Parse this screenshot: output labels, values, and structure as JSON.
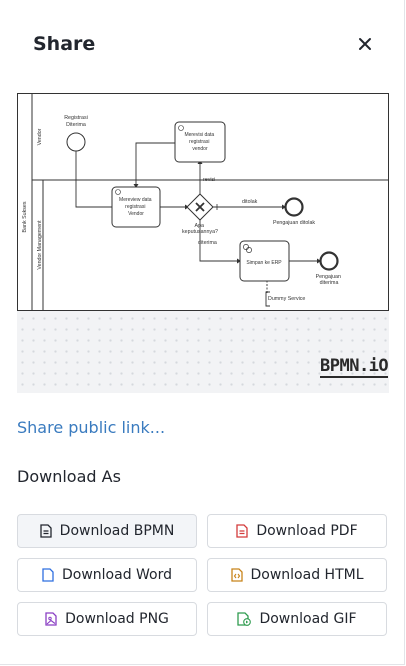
{
  "dialog": {
    "title": "Share",
    "close_icon": "close-icon"
  },
  "diagram": {
    "pool_label": "Bank Sukses",
    "lanes": [
      "Vendor",
      "Vendor Management"
    ],
    "start_event": "Registrasi Diterima",
    "tasks": {
      "review": "Mereview data registrasi Vendor",
      "revise": "Merevisi data registrasi vendor",
      "save": "Simpan ke ERP"
    },
    "gateway": "Apa keputusannya?",
    "flows": {
      "revise": "revisi",
      "reject": "ditolak",
      "accept": "diterima"
    },
    "end_events": {
      "rejected": "Pengajuan ditolak",
      "accepted": "Pengajuan diterima"
    },
    "data_store": "Dummy Service",
    "watermark": "BPMN.iO"
  },
  "share": {
    "link_text": "Share public link..."
  },
  "download": {
    "title": "Download As",
    "buttons": [
      {
        "label": "Download BPMN",
        "icon": "bpmn-file-icon",
        "color": "#22262e"
      },
      {
        "label": "Download PDF",
        "icon": "pdf-file-icon",
        "color": "#d33b3b"
      },
      {
        "label": "Download Word",
        "icon": "word-file-icon",
        "color": "#2f6fe0"
      },
      {
        "label": "Download HTML",
        "icon": "html-file-icon",
        "color": "#c8841a"
      },
      {
        "label": "Download PNG",
        "icon": "png-file-icon",
        "color": "#8a3fc4"
      },
      {
        "label": "Download GIF",
        "icon": "gif-file-icon",
        "color": "#2f9c4f"
      }
    ]
  }
}
